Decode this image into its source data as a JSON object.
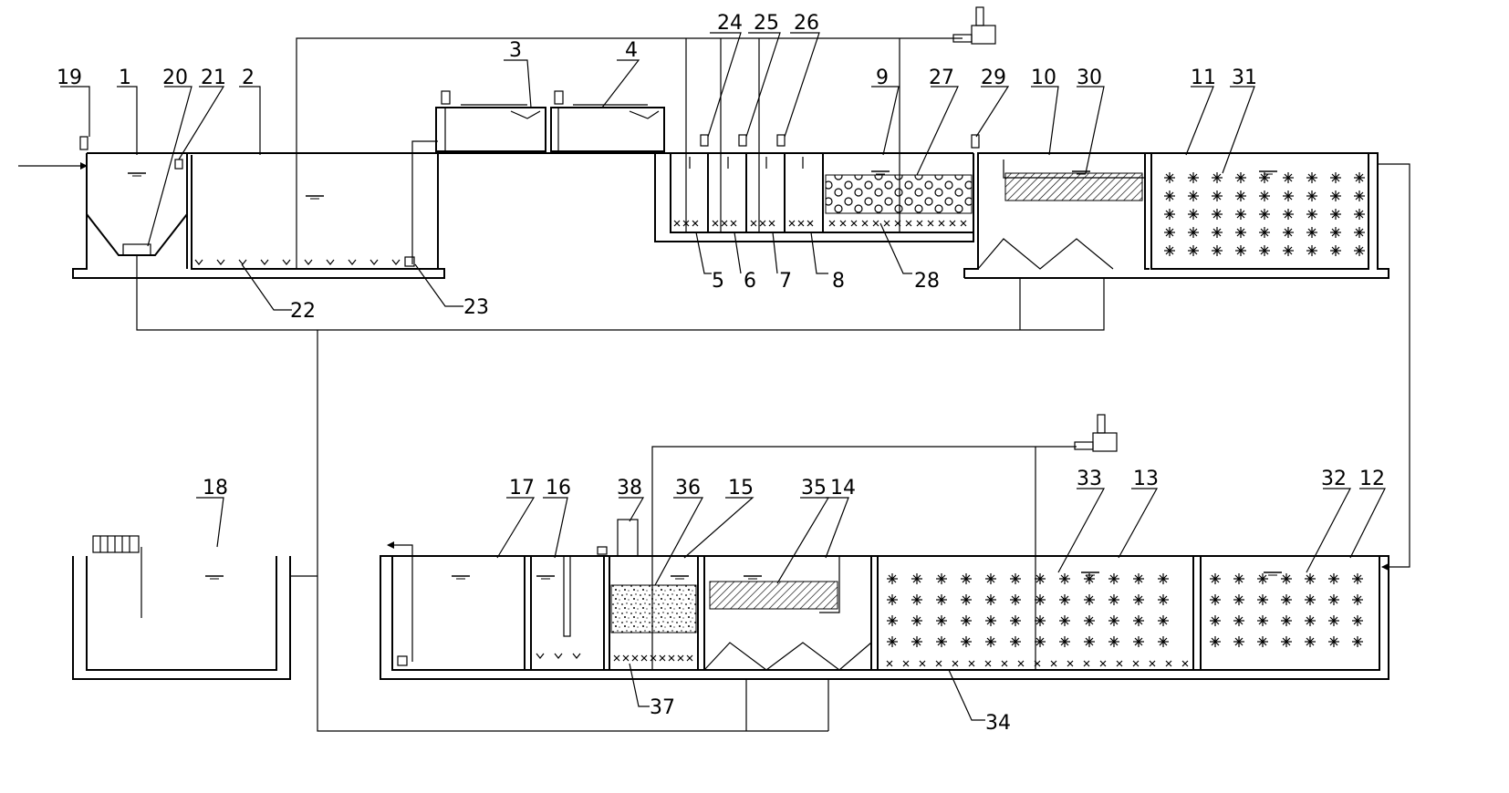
{
  "labels": {
    "n1": "1",
    "n2": "2",
    "n3": "3",
    "n4": "4",
    "n5": "5",
    "n6": "6",
    "n7": "7",
    "n8": "8",
    "n9": "9",
    "n10": "10",
    "n11": "11",
    "n12": "12",
    "n13": "13",
    "n14": "14",
    "n15": "15",
    "n16": "16",
    "n17": "17",
    "n18": "18",
    "n19": "19",
    "n20": "20",
    "n21": "21",
    "n22": "22",
    "n23": "23",
    "n24": "24",
    "n25": "25",
    "n26": "26",
    "n27": "27",
    "n28": "28",
    "n29": "29",
    "n30": "30",
    "n31": "31",
    "n32": "32",
    "n33": "33",
    "n34": "34",
    "n35": "35",
    "n36": "36",
    "n37": "37",
    "n38": "38"
  },
  "icons": {
    "blower": "air-blower-icon",
    "filter_press": "filter-press-icon",
    "pump": "submersible-pump-icon",
    "dosing": "dosing-motor-icon"
  },
  "colors": {
    "line": "#000000",
    "background": "#ffffff"
  }
}
